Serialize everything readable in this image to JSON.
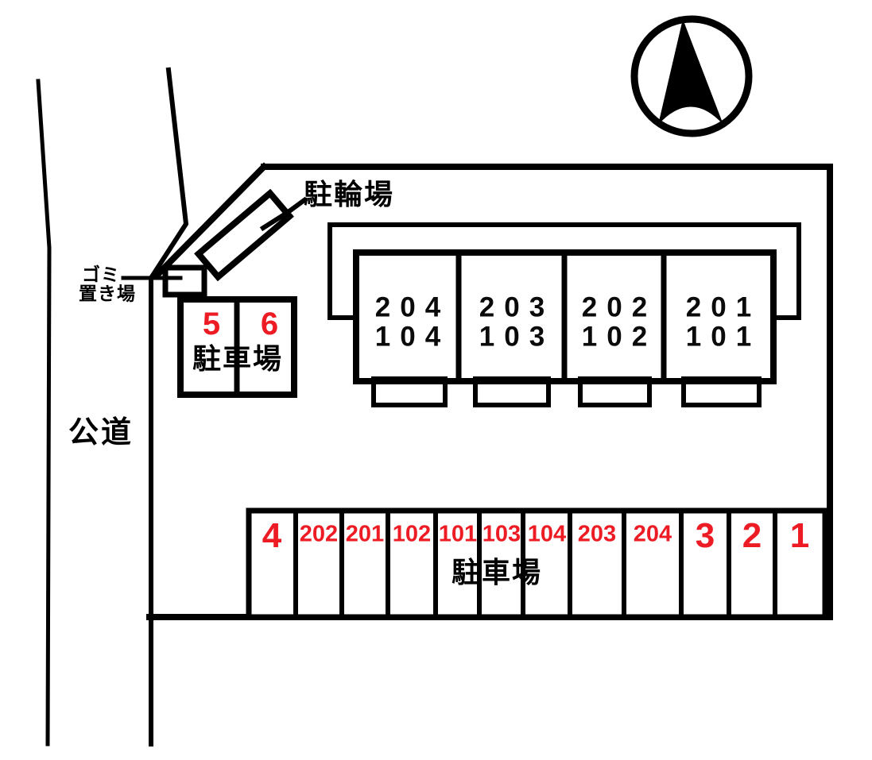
{
  "colors": {
    "line": "#000000",
    "number_red": "#ED1C24"
  },
  "compass": {
    "icon": "north-arrow-icon",
    "points": "north"
  },
  "road": {
    "label": "公道"
  },
  "bicycle_parking": {
    "label": "駐輪場"
  },
  "garbage_area": {
    "label_line1": "ゴミ",
    "label_line2": "置き場"
  },
  "small_parking": {
    "label": "駐車場",
    "stalls": [
      {
        "number": "5"
      },
      {
        "number": "6"
      }
    ]
  },
  "building": {
    "units": [
      {
        "upper": "204",
        "lower": "104"
      },
      {
        "upper": "203",
        "lower": "103"
      },
      {
        "upper": "202",
        "lower": "102"
      },
      {
        "upper": "201",
        "lower": "101"
      }
    ]
  },
  "parking_row": {
    "label": "駐車場",
    "stalls": [
      {
        "number": "4"
      },
      {
        "number": "202"
      },
      {
        "number": "201"
      },
      {
        "number": "102"
      },
      {
        "number": "101"
      },
      {
        "number": "103"
      },
      {
        "number": "104"
      },
      {
        "number": "203"
      },
      {
        "number": "204"
      },
      {
        "number": "3"
      },
      {
        "number": "2"
      },
      {
        "number": "1"
      }
    ]
  }
}
